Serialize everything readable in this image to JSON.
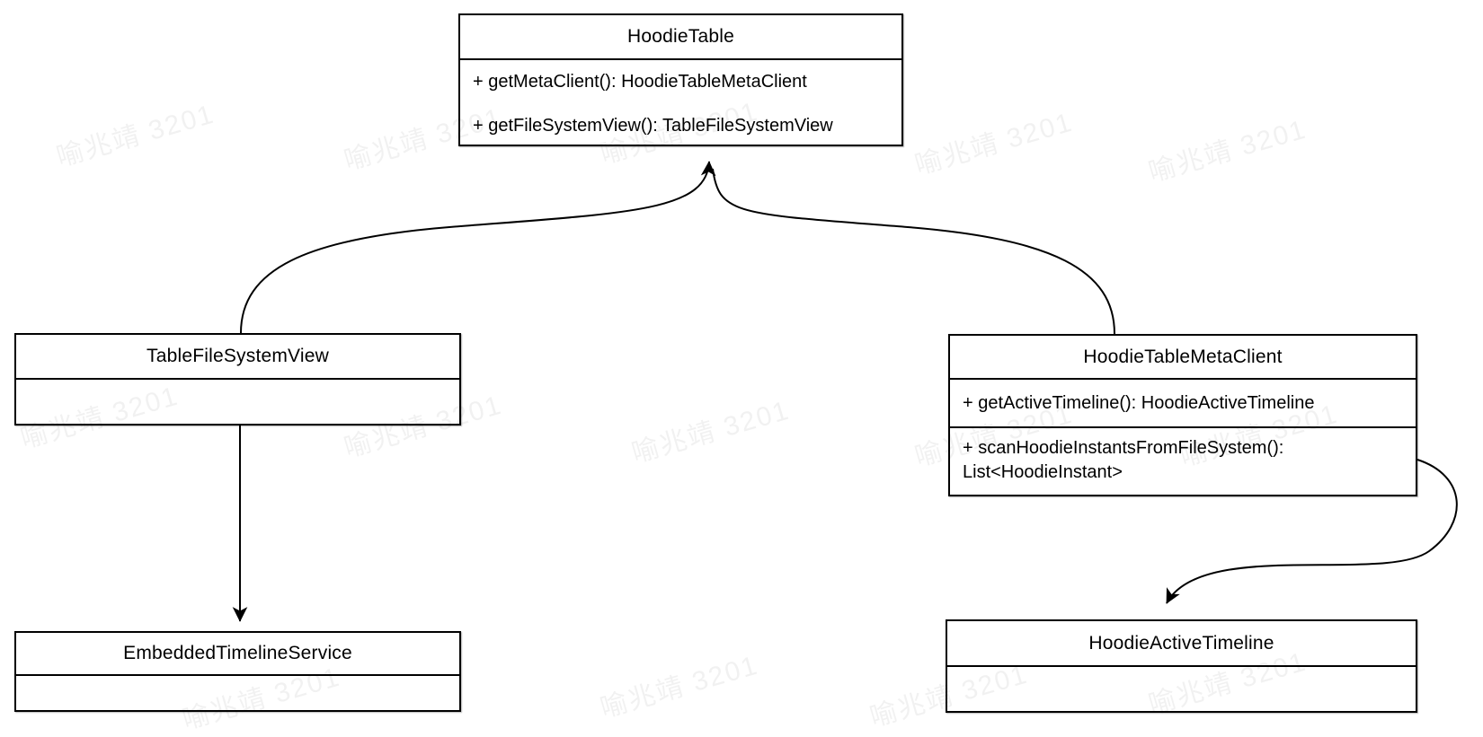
{
  "diagram": {
    "watermark_text": "喻兆靖 3201",
    "colors": {
      "stroke": "#000000",
      "box_fill": "#ffffff",
      "background": "#ffffff",
      "watermark": "rgba(0,0,0,0.055)"
    },
    "classes": [
      {
        "id": "hoodie-table",
        "title": "HoodieTable",
        "sections": [
          {
            "lines": [
              "+ getMetaClient(): HoodieTableMetaClient",
              "+ getFileSystemView(): TableFileSystemView"
            ]
          }
        ]
      },
      {
        "id": "table-file-system-view",
        "title": "TableFileSystemView",
        "sections": [
          {
            "lines": []
          }
        ]
      },
      {
        "id": "hoodie-table-meta-client",
        "title": "HoodieTableMetaClient",
        "sections": [
          {
            "lines": [
              "+ getActiveTimeline(): HoodieActiveTimeline"
            ]
          },
          {
            "lines": [
              "+ scanHoodieInstantsFromFileSystem(): List<HoodieInstant>"
            ]
          }
        ]
      },
      {
        "id": "embedded-timeline-service",
        "title": "EmbeddedTimelineService",
        "sections": [
          {
            "lines": []
          }
        ]
      },
      {
        "id": "hoodie-active-timeline",
        "title": "HoodieActiveTimeline",
        "sections": [
          {
            "lines": []
          }
        ]
      }
    ],
    "edges": [
      {
        "from": "TableFileSystemView",
        "to": "HoodieTable",
        "style": "curved-arrow"
      },
      {
        "from": "HoodieTableMetaClient",
        "to": "HoodieTable",
        "style": "curved-arrow"
      },
      {
        "from": "TableFileSystemView",
        "to": "EmbeddedTimelineService",
        "style": "straight-arrow"
      },
      {
        "from": "HoodieTableMetaClient",
        "to": "HoodieActiveTimeline",
        "style": "s-curve-arrow"
      }
    ]
  }
}
